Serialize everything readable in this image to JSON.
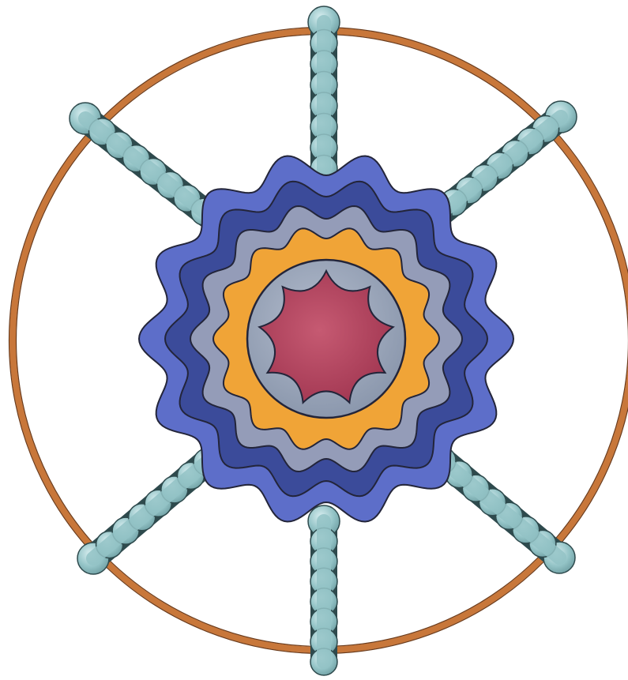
{
  "figure": {
    "colors": {
      "background": "#ffffff",
      "ring": "#c8773a",
      "spoke": "#93c3c6",
      "spoke_outline": "#2e4a4d",
      "outer_layer": "#5d6ec9",
      "second_layer": "#3b4b9a",
      "third_layer": "#949cb8",
      "fourth_layer": "#f0a437",
      "core_disc": "#99a5ba",
      "center_star": "#b5445f",
      "outline": "#23253a"
    },
    "spoke_count": 6,
    "star_points": 9,
    "layer_lobes": 14
  }
}
